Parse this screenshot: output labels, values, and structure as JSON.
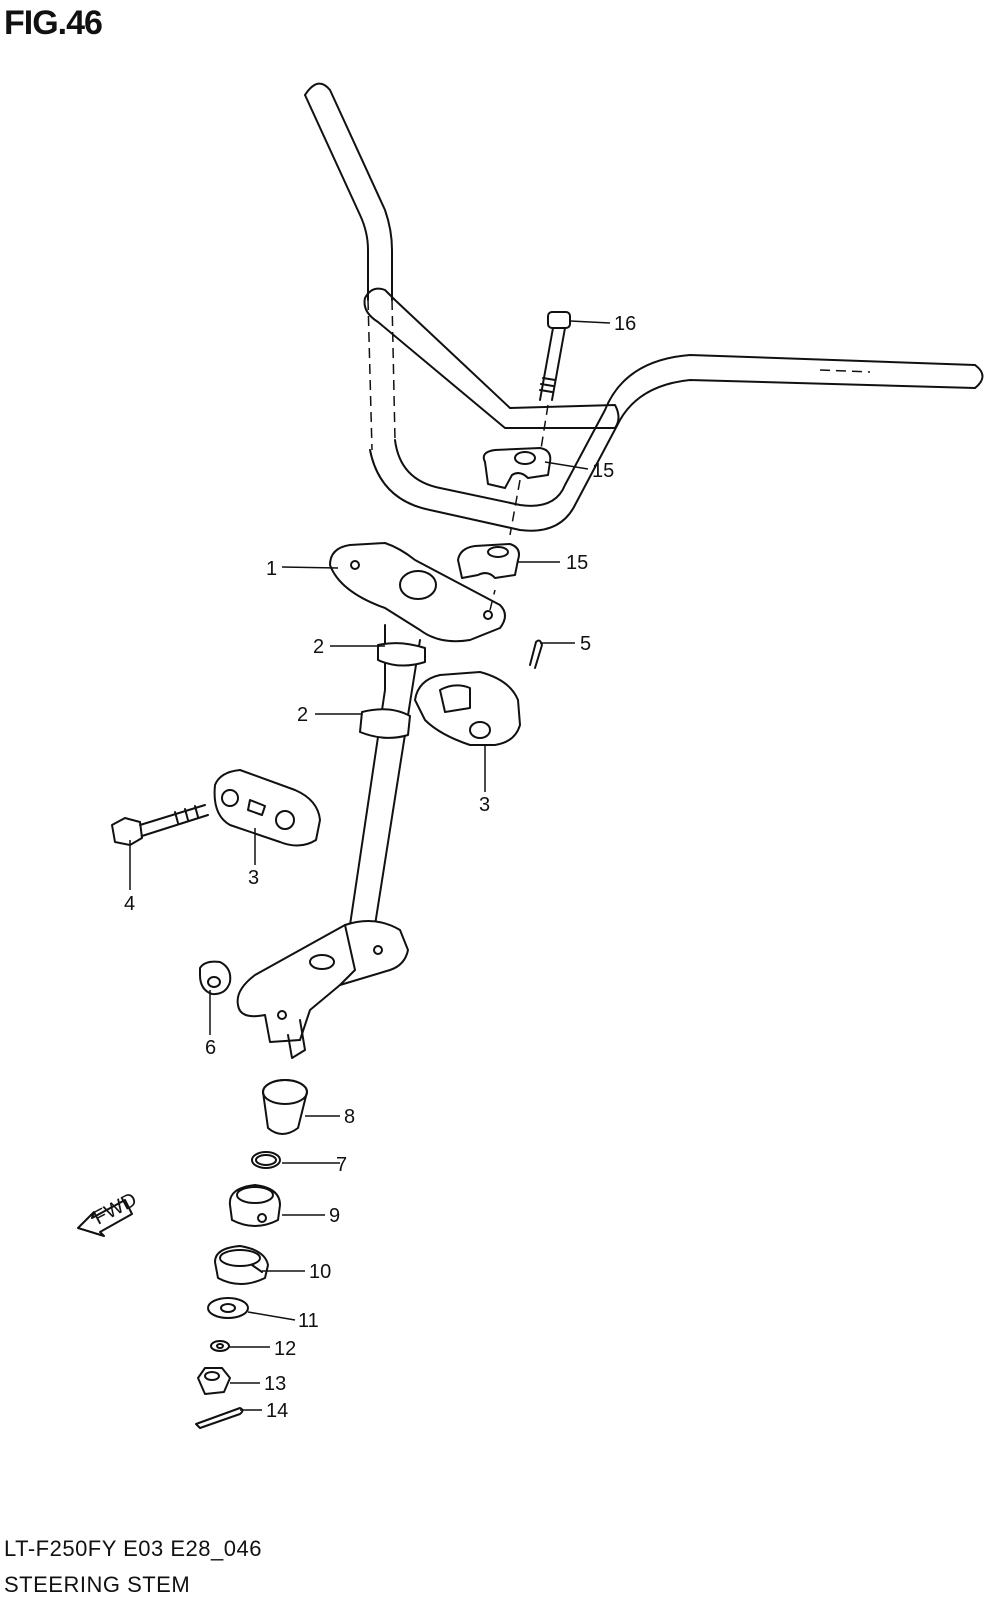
{
  "figure": {
    "title": "FIG.46",
    "model_code": "LT-F250FY E03 E28_046",
    "section_name": "STEERING STEM"
  },
  "fwd_arrow": {
    "label": "FWD"
  },
  "callouts": {
    "c1": "1",
    "c2a": "2",
    "c2b": "2",
    "c3a": "3",
    "c3b": "3",
    "c4": "4",
    "c5": "5",
    "c6": "6",
    "c7": "7",
    "c8": "8",
    "c9": "9",
    "c10": "10",
    "c11": "11",
    "c12": "12",
    "c13": "13",
    "c14": "14",
    "c15a": "15",
    "c15b": "15",
    "c16": "16"
  }
}
